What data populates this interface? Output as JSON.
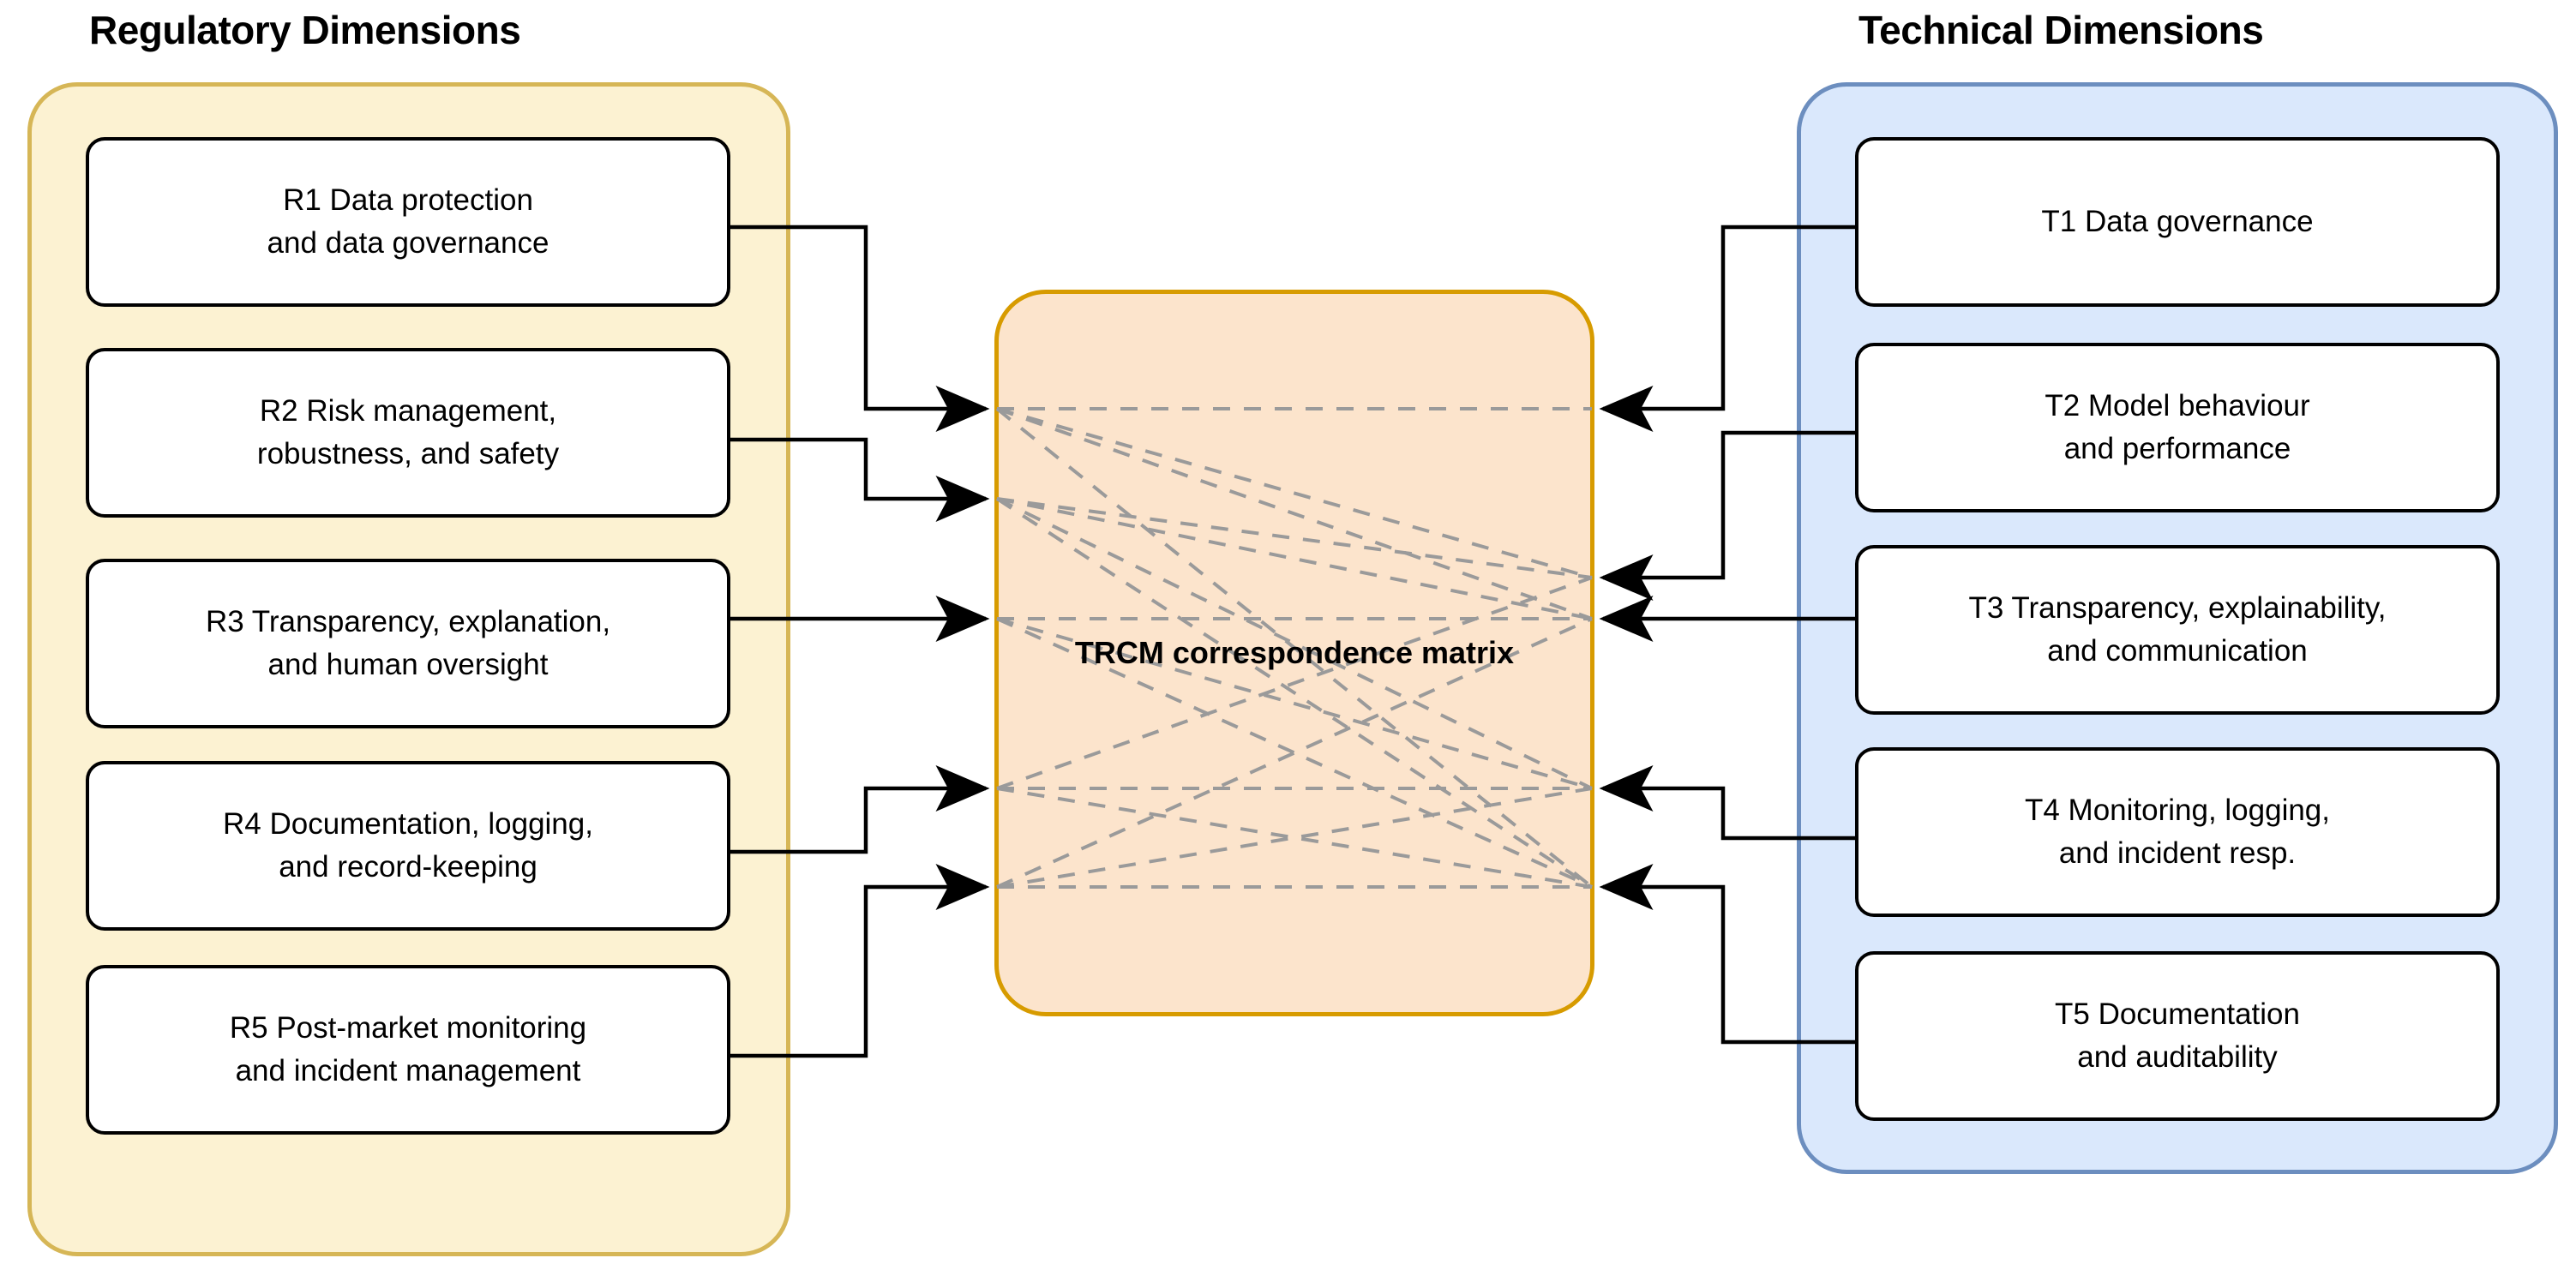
{
  "diagram": {
    "left_panel": {
      "title": "Regulatory Dimensions",
      "fill_color": "#FCF2D2",
      "border_color": "#D6B656",
      "items": [
        {
          "id": "R1",
          "line1": "R1 Data protection",
          "line2": "and data governance"
        },
        {
          "id": "R2",
          "line1": "R2 Risk management,",
          "line2": "robustness, and safety"
        },
        {
          "id": "R3",
          "line1": "R3 Transparency, explanation,",
          "line2": "and human oversight"
        },
        {
          "id": "R4",
          "line1": "R4 Documentation, logging,",
          "line2": "and record-keeping"
        },
        {
          "id": "R5",
          "line1": "R5 Post-market monitoring",
          "line2": "and incident management"
        }
      ]
    },
    "right_panel": {
      "title": "Technical Dimensions",
      "fill_color": "#DAE8FC",
      "border_color": "#6C8EBF",
      "items": [
        {
          "id": "T1",
          "line1": "T1 Data governance",
          "line2": ""
        },
        {
          "id": "T2",
          "line1": "T2 Model behaviour",
          "line2": "and performance"
        },
        {
          "id": "T3",
          "line1": "T3 Transparency, explainability,",
          "line2": "and communication"
        },
        {
          "id": "T4",
          "line1": "T4 Monitoring, logging,",
          "line2": "and incident resp."
        },
        {
          "id": "T5",
          "line1": "T5 Documentation",
          "line2": "and auditability"
        }
      ]
    },
    "center": {
      "line1": "TRCM",
      "line2": "correspondence",
      "line3": "matrix",
      "fill_color": "#FCE4CC",
      "border_color": "#D79B00"
    },
    "connector_color": "#000000",
    "correspondence_line_color": "#9A9A9A",
    "correspondence_pairs": [
      [
        "R1",
        "T1"
      ],
      [
        "R1",
        "T2"
      ],
      [
        "R1",
        "T3"
      ],
      [
        "R1",
        "T5"
      ],
      [
        "R2",
        "T2"
      ],
      [
        "R2",
        "T3"
      ],
      [
        "R2",
        "T4"
      ],
      [
        "R2",
        "T5"
      ],
      [
        "R3",
        "T3"
      ],
      [
        "R3",
        "T4"
      ],
      [
        "R3",
        "T5"
      ],
      [
        "R4",
        "T4"
      ],
      [
        "R4",
        "T5"
      ],
      [
        "R4",
        "T2"
      ],
      [
        "R5",
        "T4"
      ],
      [
        "R5",
        "T5"
      ],
      [
        "R5",
        "T3"
      ]
    ]
  }
}
